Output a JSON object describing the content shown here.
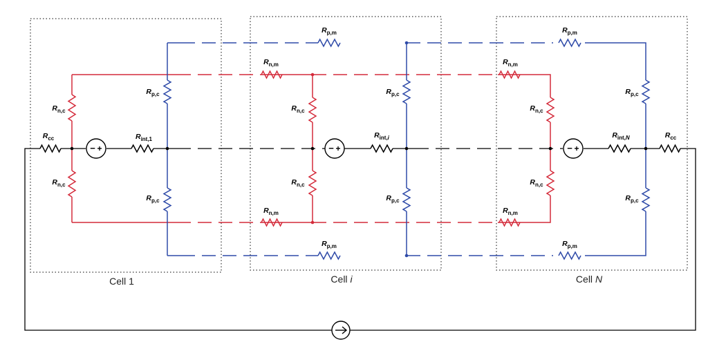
{
  "colors": {
    "negative": "#d42a3a",
    "positive": "#2e4aa8",
    "wire": "#000000",
    "cell_border": "#333333"
  },
  "cells": [
    {
      "label": "Cell 1",
      "prefix": "Cell ",
      "index": "1",
      "index_italic": false
    },
    {
      "label": "Cell i",
      "prefix": "Cell ",
      "index": "i",
      "index_italic": true
    },
    {
      "label": "Cell N",
      "prefix": "Cell ",
      "index": "N",
      "index_italic": true
    }
  ],
  "labels": {
    "r_cc": {
      "main": "R",
      "sub": "cc"
    },
    "r_nc": {
      "main": "R",
      "sub": "n,c"
    },
    "r_pc": {
      "main": "R",
      "sub": "p,c"
    },
    "r_nm": {
      "main": "R",
      "sub": "n,m"
    },
    "r_pm": {
      "main": "R",
      "sub": "p,m"
    },
    "r_int_1": {
      "main": "R",
      "sub": "int,1",
      "sub_italic": ""
    },
    "r_int_i": {
      "main": "R",
      "sub": "int,",
      "sub_italic": "i"
    },
    "r_int_n": {
      "main": "R",
      "sub": "int,",
      "sub_italic": "N"
    }
  },
  "symbols": {
    "voltage_source": "voltage-source-icon",
    "current_source": "current-source-icon",
    "minus": "−",
    "plus": "+"
  }
}
